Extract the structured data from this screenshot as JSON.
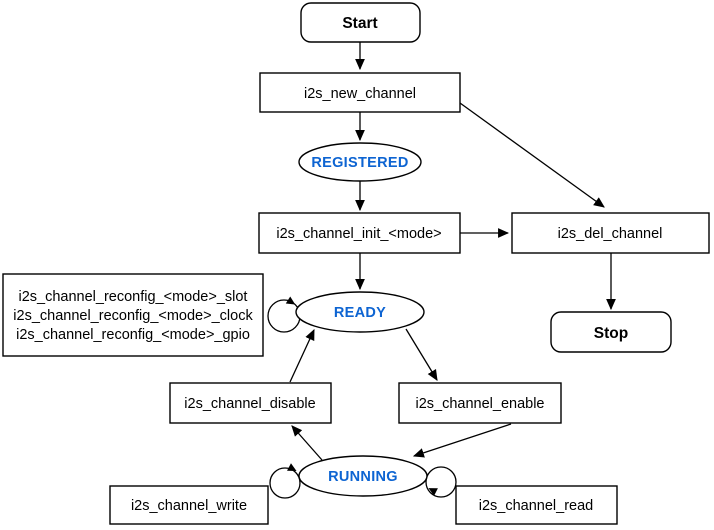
{
  "diagram_type": "state-machine-flowchart",
  "colors": {
    "background": "#FFFFFF",
    "node_stroke": "#000000",
    "node_fill": "#FFFFFF",
    "label_text": "#000000",
    "state_text": "#0D64D2"
  },
  "nodes": {
    "start": {
      "label": "Start",
      "shape": "rounded-rect"
    },
    "new_channel": {
      "label": "i2s_new_channel",
      "shape": "rect"
    },
    "registered": {
      "label": "REGISTERED",
      "shape": "ellipse"
    },
    "init": {
      "label": "i2s_channel_init_<mode>",
      "shape": "rect"
    },
    "del_channel": {
      "label": "i2s_del_channel",
      "shape": "rect"
    },
    "stop": {
      "label": "Stop",
      "shape": "rounded-rect"
    },
    "reconfig": {
      "shape": "rect",
      "lines": [
        "i2s_channel_reconfig_<mode>_slot",
        "i2s_channel_reconfig_<mode>_clock",
        "i2s_channel_reconfig_<mode>_gpio"
      ]
    },
    "ready": {
      "label": "READY",
      "shape": "ellipse"
    },
    "disable": {
      "label": "i2s_channel_disable",
      "shape": "rect"
    },
    "enable": {
      "label": "i2s_channel_enable",
      "shape": "rect"
    },
    "running": {
      "label": "RUNNING",
      "shape": "ellipse"
    },
    "write": {
      "label": "i2s_channel_write",
      "shape": "rect"
    },
    "read": {
      "label": "i2s_channel_read",
      "shape": "rect"
    }
  },
  "edges": [
    "start -> i2s_new_channel",
    "i2s_new_channel -> REGISTERED",
    "i2s_new_channel -> i2s_del_channel",
    "REGISTERED -> i2s_channel_init_<mode>",
    "i2s_channel_init_<mode> -> READY",
    "i2s_channel_init_<mode> -> i2s_del_channel",
    "i2s_del_channel -> stop",
    "READY -> READY (reconfig self-loop)",
    "READY -> i2s_channel_enable",
    "i2s_channel_disable -> READY",
    "i2s_channel_enable -> RUNNING",
    "RUNNING -> i2s_channel_disable",
    "RUNNING -> RUNNING (write self-loop)",
    "RUNNING -> RUNNING (read self-loop)"
  ]
}
